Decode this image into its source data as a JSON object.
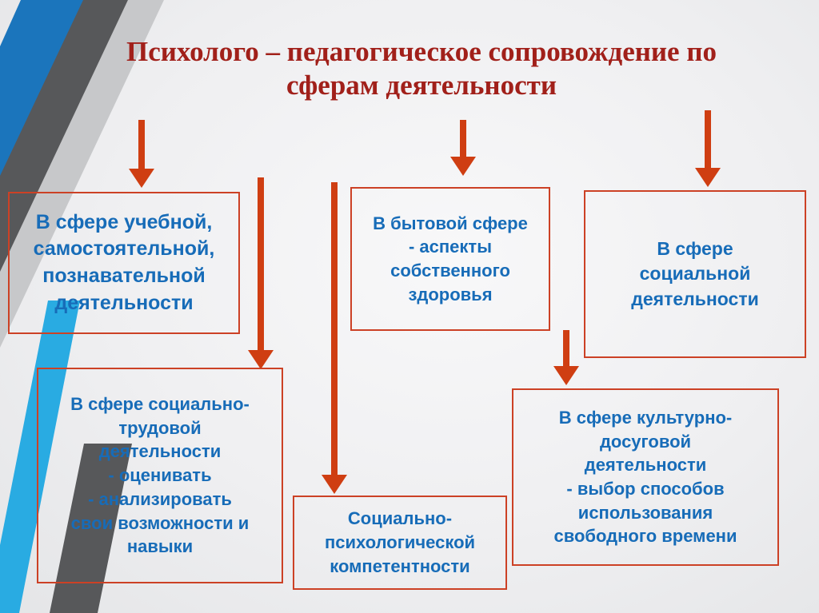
{
  "slide": {
    "title": "Психолого – педагогическое сопровождение по\nсферам деятельности"
  },
  "boxes": [
    {
      "id": "study",
      "label": "В сфере учебной,\nсамостоятельной,\nпознавательной\nдеятельности"
    },
    {
      "id": "household",
      "label": "В бытовой сфере\n- аспекты\nсобственного\nздоровья"
    },
    {
      "id": "social",
      "label": "В сфере\nсоциальной\nдеятельности"
    },
    {
      "id": "social-labor",
      "label": "В сфере социально-\nтрудовой\nдеятельности\n- оценивать\n- анализировать\nсвои возможности и\nнавыки"
    },
    {
      "id": "socio-psych",
      "label": "Социально-\nпсихологической\nкомпетентности"
    },
    {
      "id": "cultural-leisure",
      "label": "В сфере культурно-\nдосуговой\nдеятельности\n- выбор способов\nиспользования\nсвободного времени"
    }
  ],
  "colors": {
    "title_red": "#a1201a",
    "arrow_red": "#cf3e12",
    "box_border_red": "#cc4125",
    "box_text_blue": "#176cb8",
    "stripe_steel_blue": "#1b75bc",
    "stripe_cyan": "#29abe2",
    "stripe_dark_gray": "#57585a",
    "stripe_light_gray": "#c7c8ca"
  }
}
